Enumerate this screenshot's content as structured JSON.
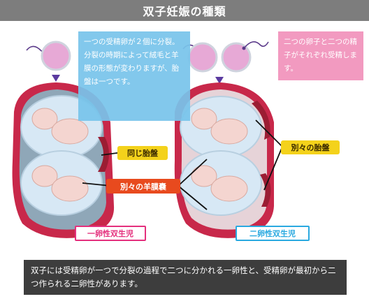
{
  "title": "双子妊娠の種類",
  "callouts": {
    "monozygotic_note": "一つの受精卵が２個に分裂。分裂の時期によって絨毛と羊膜の形態が変わりますが、胎盤は一つです。",
    "dizygotic_note": "二つの卵子と二つの精子がそれぞれ受精します。"
  },
  "labels": {
    "same_placenta": "同じ胎盤",
    "separate_amnion": "別々の羊膜嚢",
    "separate_placenta": "別々の胎盤",
    "monozygotic": "一卵性双生児",
    "dizygotic": "二卵性双生児"
  },
  "footer_text": "双子には受精卵が一つで分裂の過程で二つに分かれる一卵性と、受精卵が最初から二つ作られる二卵性があります。",
  "colors": {
    "title_bg": "#7d7d7d",
    "callout_blue": "#78c4eb",
    "callout_pink": "#f29ac0",
    "tag_yellow": "#f4d21b",
    "tag_red": "#e84a1e",
    "mono_border": "#e4307d",
    "di_border": "#2aa9e0",
    "uterus": "#c8284a",
    "egg": "#e7a9d6",
    "amnion": "#d7e8f5",
    "fetus": "#f4d5d0",
    "footer_bg": "#3d3d3d"
  }
}
